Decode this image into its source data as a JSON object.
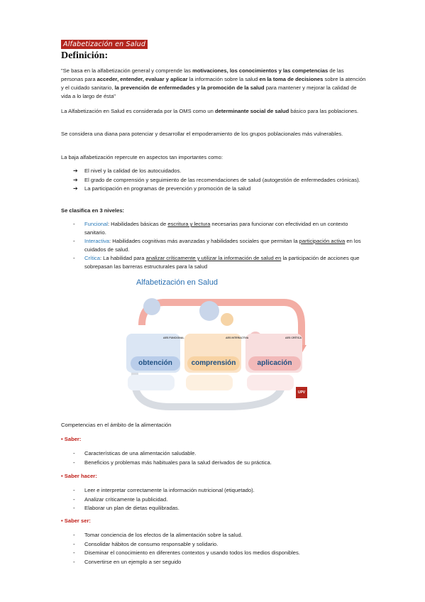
{
  "header": {
    "title": "Alfabetización en Salud",
    "subtitle": "Definición:"
  },
  "intro": {
    "quote_parts": [
      "\"Se basa en la alfabetización general y comprende las ",
      "motivaciones, los conocimientos y las competencias",
      " de las personas para ",
      "acceder, entender, evaluar y aplicar",
      " la información sobre la salud ",
      "en la toma de decisiones",
      " sobre la atención y el cuidado sanitario, ",
      "la prevención de enfermedades y la promoción de la salud",
      " para mantener y mejorar la calidad de vida a lo largo de ésta\""
    ],
    "oms_parts": [
      "La Alfabetización en Salud es considerada por la OMS como un ",
      "determinante social de salud",
      " básico para las poblaciones."
    ],
    "diana": "Se considera una diana para potenciar y desarrollar el empoderamiento de los grupos poblacionales más vulnerables.",
    "impact_intro": "La baja alfabetización repercute en aspectos tan importantes como:"
  },
  "impacts": [
    "El nivel y la calidad de los autocuidados.",
    "El grado de comprensión y seguimiento de las recomendaciones de salud (autogestión de enfermedades crónicas).",
    "La participación en programas de prevención y promoción de la salud"
  ],
  "levels_heading": "Se clasifica en 3 niveles:",
  "levels": [
    {
      "name": "Funcional",
      "parts": [
        ": Habilidades básicas de ",
        "escritura y lectura",
        " necesarias para funcionar con efectividad en un contexto sanitario."
      ]
    },
    {
      "name": "Interactiva",
      "parts": [
        ": Habilidades cognitivas más avanzadas y habilidades sociales que permitan la ",
        "participación activa",
        " en los cuidados de salud."
      ]
    },
    {
      "name": "Crítica",
      "parts": [
        ": La habilidad para ",
        "analizar críticamente y utilizar la información de salud en",
        " la participación de acciones que sobrepasan las barreras estructurales para la salud"
      ]
    }
  ],
  "diagram": {
    "title": "Alfabetización en Salud",
    "stages": [
      "obtención",
      "comprensión",
      "aplicación"
    ],
    "levels": [
      "AES FUNCIONAL",
      "AES INTERACTIVA",
      "AES CRÍTICA"
    ],
    "logo": "UPV"
  },
  "competencias": {
    "intro": "Competencias en el ámbito de la alimentación",
    "groups": [
      {
        "heading": "Saber:",
        "items": [
          "Características de una alimentación saludable.",
          "Beneficios y problemas más habituales para la salud derivados de su práctica."
        ]
      },
      {
        "heading": "Saber hacer:",
        "items": [
          "Leer e interpretar correctamente la información nutricional (etiquetado).",
          "Analizar críticamente la publicidad.",
          "Elaborar un plan de dietas equilibradas."
        ]
      },
      {
        "heading": "Saber ser:",
        "items": [
          "Tomar conciencia de los efectos de la alimentación sobre la salud.",
          "Consolidar hábitos de consumo responsable y solidario.",
          "Diseminar el conocimiento en diferentes contextos y usando todos los medios disponibles.",
          "Convertirse en un ejemplo a ser seguido"
        ]
      }
    ]
  },
  "colors": {
    "title_bg": "#b3261e",
    "accent_red": "#c0201a",
    "level_blue": "#2a7ab8"
  }
}
